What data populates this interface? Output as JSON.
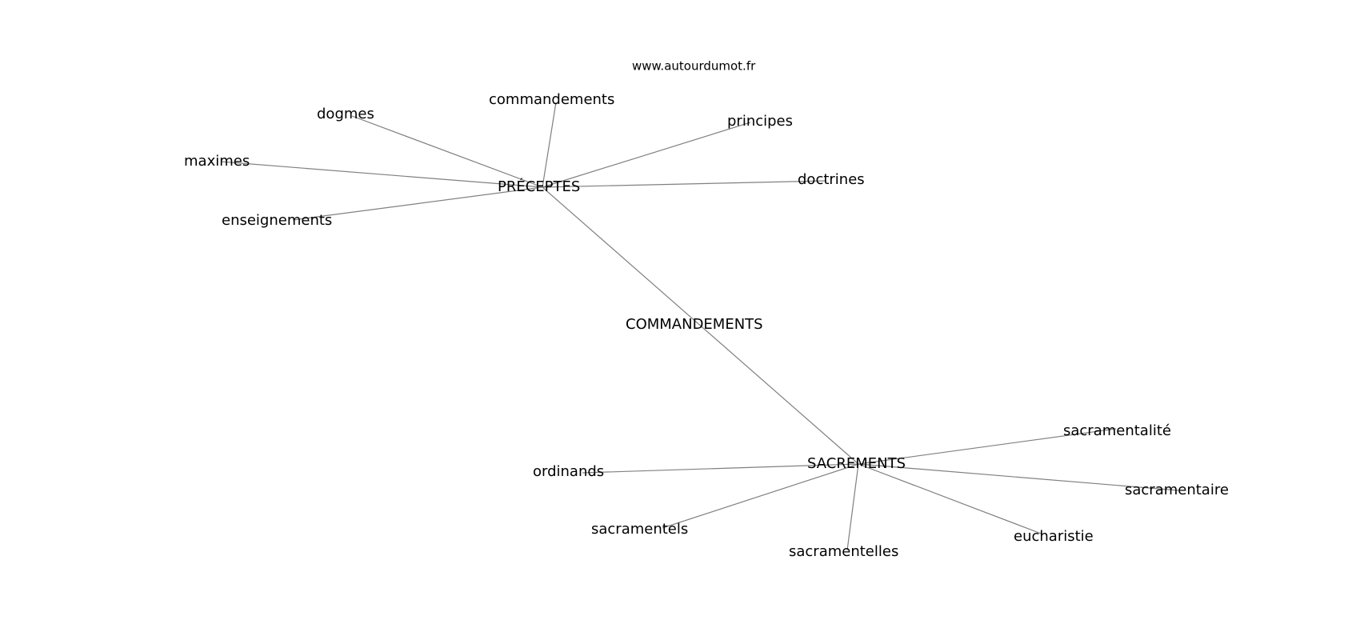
{
  "credit": "www.autourdumot.fr",
  "center": "COMMANDEMENTS",
  "hubs": [
    {
      "id": "preceptes",
      "label": "PRÉCEPTES",
      "neighbors": [
        "commandements",
        "dogmes",
        "principes",
        "maximes",
        "doctrines",
        "enseignements"
      ]
    },
    {
      "id": "sacrements",
      "label": "SACREMENTS",
      "neighbors": [
        "sacramentalité",
        "ordinands",
        "sacramentaire",
        "sacramentels",
        "eucharistie",
        "sacramentelles"
      ]
    }
  ],
  "colors": {
    "edge": "#808080",
    "text": "#000000",
    "background": "#ffffff"
  }
}
